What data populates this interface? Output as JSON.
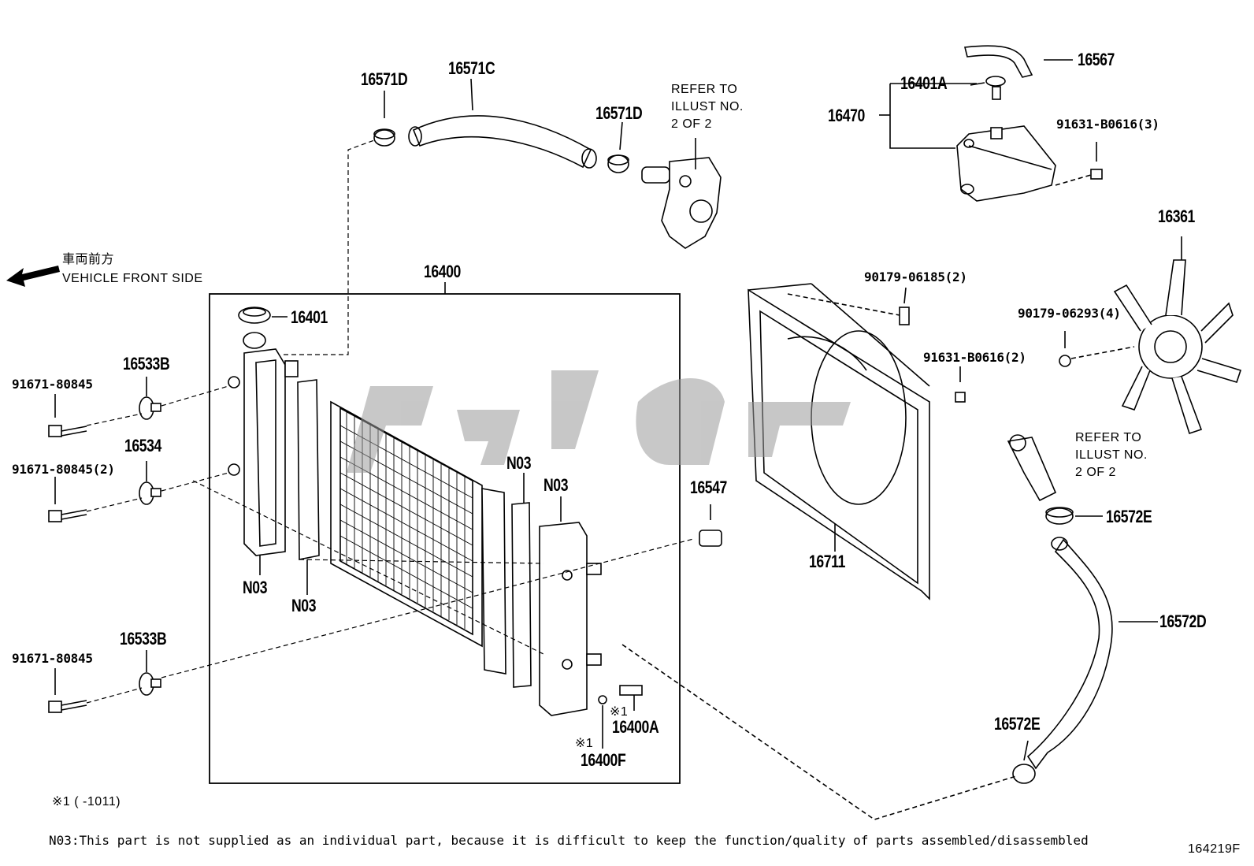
{
  "diagram_id": "164219F",
  "direction": {
    "jp": "車両前方",
    "en": "VEHICLE FRONT SIDE"
  },
  "notes": {
    "variant_mark": "※1 (       -1011)",
    "footnote": "N03:This part is not supplied as an individual part, because it is difficult to keep the function/quality of parts assembled/disassembled"
  },
  "refer": {
    "line1": "REFER TO",
    "line2": "ILLUST NO.",
    "line3": "2 OF 2"
  },
  "parts": {
    "p16400": "16400",
    "p16401": "16401",
    "p16571D_a": "16571D",
    "p16571C": "16571C",
    "p16571D_b": "16571D",
    "p16567": "16567",
    "p16401A": "16401A",
    "p16470": "16470",
    "p91631_B0616_3": "91631-B0616(3)",
    "p16361": "16361",
    "p90179_06185_2": "90179-06185(2)",
    "p90179_06293_4": "90179-06293(4)",
    "p91631_B0616_2": "91631-B0616(2)",
    "p16533B_a": "16533B",
    "p91671_80845_a": "91671-80845",
    "p16534": "16534",
    "p91671_80845_2": "91671-80845(2)",
    "p16547": "16547",
    "p16711": "16711",
    "p16572E_a": "16572E",
    "p16572D": "16572D",
    "p16533B_b": "16533B",
    "p91671_80845_b": "91671-80845",
    "pN03_a": "N03",
    "pN03_b": "N03",
    "pN03_c": "N03",
    "pN03_d": "N03",
    "p16400A": "16400A",
    "p16400F": "16400F",
    "mark_a": "※1",
    "mark_b": "※1",
    "p16572E_b": "16572E"
  }
}
